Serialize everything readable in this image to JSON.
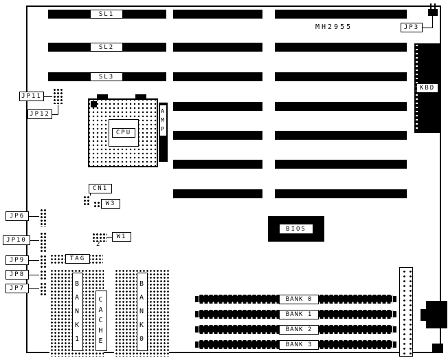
{
  "diagram": {
    "part_number": "MH2955",
    "slots": {
      "sl1": "SL1",
      "sl2": "SL2",
      "sl3": "SL3"
    },
    "connectors": {
      "jp3": "JP3",
      "kbd": "KBD",
      "cpu": "CPU",
      "amp": "AMP",
      "jp11": "JP11",
      "jp12": "JP12",
      "cn1": "CN1",
      "w3": "W3",
      "jp6": "JP6",
      "jp10": "JP10",
      "jp9": "JP9",
      "jp8": "JP8",
      "jp7": "JP7",
      "w1": "W1",
      "w1_pin2": "2",
      "tag": "TAG",
      "bios": "BIOS"
    },
    "cache_labels": {
      "bank1": "BANK1",
      "cache": "CACHE",
      "bank0": "BANK0"
    },
    "simm_banks": [
      {
        "label": "BANK 0"
      },
      {
        "label": "BANK 1"
      },
      {
        "label": "BANK 2"
      },
      {
        "label": "BANK 3"
      }
    ],
    "colors": {
      "ink": "#000000",
      "board_bg": "#ffffff"
    }
  }
}
